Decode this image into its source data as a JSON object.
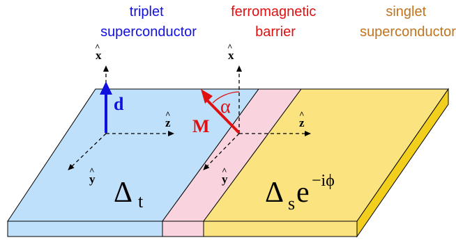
{
  "headings": {
    "triplet": [
      "triplet",
      "superconductor"
    ],
    "ferro": [
      "ferromagnetic",
      "barrier"
    ],
    "singlet": [
      "singlet",
      "superconductor"
    ]
  },
  "axes": {
    "x": "x",
    "y": "y",
    "z": "z"
  },
  "vectors": {
    "d": "d",
    "M": "M",
    "angle": "α"
  },
  "regions": {
    "triplet_symbol": "Δ",
    "triplet_sub": "t",
    "singlet_symbol": "Δ",
    "singlet_sub": "s",
    "singlet_factor": "e",
    "singlet_exponent": "−iϕ"
  },
  "colors": {
    "triplet": "#bfe0fb",
    "triplet_edge": "#a8d2f5",
    "barrier": "#f9d4de",
    "barrier_edge": "#f4c2cf",
    "singlet": "#fbe480",
    "singlet_edge": "#f7dc5a",
    "singlet_side": "#f2cf1c",
    "blue_text": "#1010e0",
    "red_text": "#e01010",
    "orange_text": "#c07420"
  }
}
